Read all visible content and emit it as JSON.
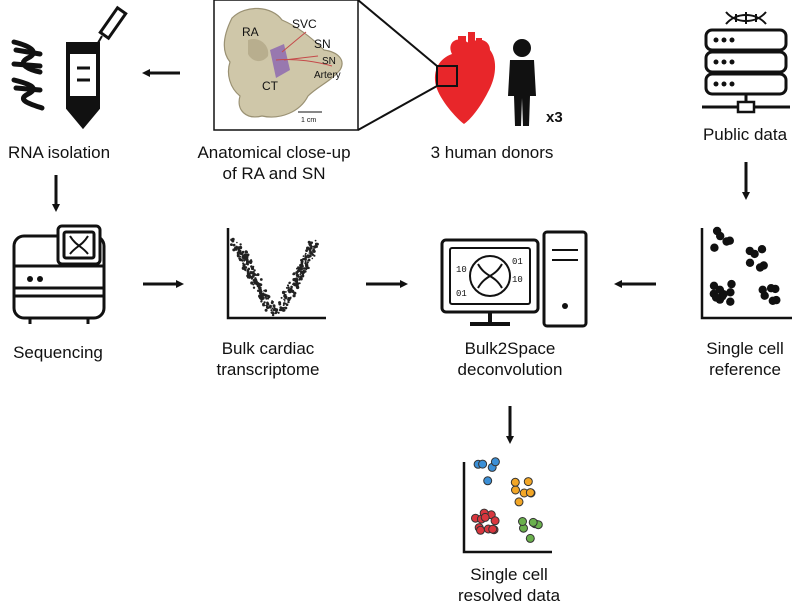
{
  "labels": {
    "rna_isolation": "RNA isolation",
    "anatomy_line1": "Anatomical close-up",
    "anatomy_line2": "of RA and SN",
    "donors": "3 human donors",
    "public_data": "Public data",
    "sequencing": "Sequencing",
    "bulk_line1": "Bulk cardiac",
    "bulk_line2": "transcriptome",
    "deconv_line1": "Bulk2Space",
    "deconv_line2": "deconvolution",
    "sc_ref_line1": "Single cell",
    "sc_ref_line2": "reference",
    "sc_res_line1": "Single cell",
    "sc_res_line2": "resolved data"
  },
  "anatomy_image": {
    "ra": "RA",
    "svc": "SVC",
    "sn": "SN",
    "sn_artery_line1": "SN",
    "sn_artery_line2": "Artery",
    "ct": "CT",
    "scale": "1 cm"
  },
  "donor_multiplier": "x3",
  "computer_screen": {
    "bits_left_1": "10",
    "bits_left_2": "01",
    "bits_right_1": "01",
    "bits_right_2": "10"
  },
  "colors": {
    "heart": "#e8262a",
    "cluster_blue": "#3b8fd6",
    "cluster_orange": "#f2a626",
    "cluster_red": "#d9363e",
    "cluster_green": "#6ab04c",
    "ink": "#111111"
  }
}
